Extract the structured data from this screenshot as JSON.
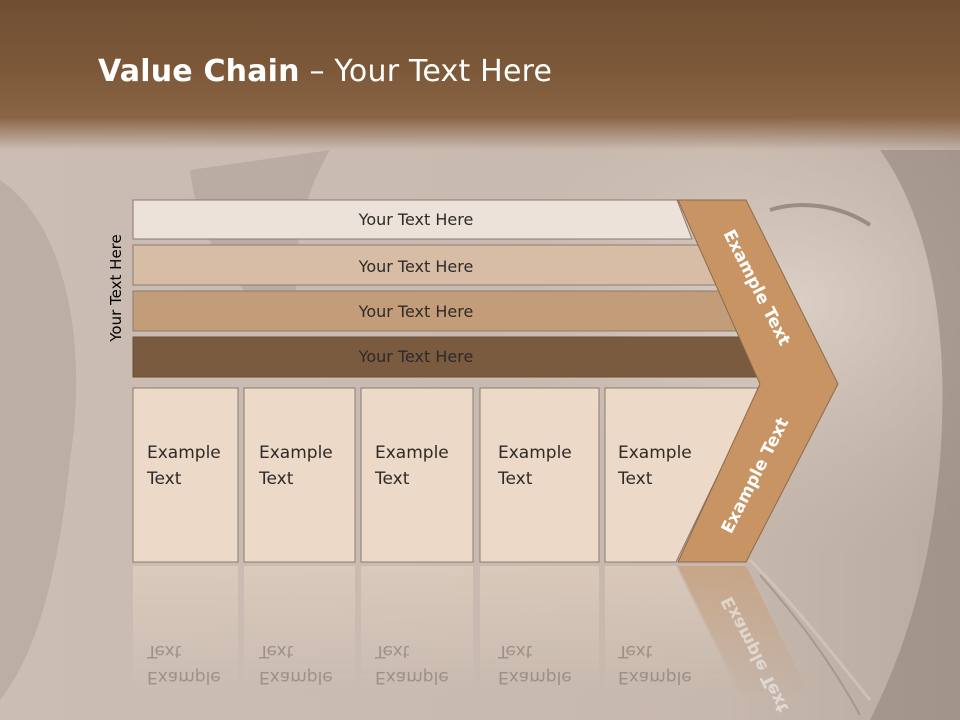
{
  "slide": {
    "title_bold": "Value Chain",
    "title_rest": " – Your Text Here",
    "side_label": "Your Text Here"
  },
  "rows": [
    {
      "label": "Your Text Here",
      "color": "#ece2d9"
    },
    {
      "label": "Your Text Here",
      "color": "#d8bda6"
    },
    {
      "label": "Your Text Here",
      "color": "#c39c7a"
    },
    {
      "label": "Your Text Here",
      "color": "#7a5b40"
    }
  ],
  "boxes": [
    {
      "line1": "Example",
      "line2": "Text"
    },
    {
      "line1": "Example",
      "line2": "Text"
    },
    {
      "line1": "Example",
      "line2": "Text"
    },
    {
      "line1": "Example",
      "line2": "Text"
    },
    {
      "line1": "Example",
      "line2": "Text"
    }
  ],
  "arrow": {
    "upper_label": "Example Text",
    "lower_label": "Example Text",
    "color": "#c89463"
  },
  "colors": {
    "header": "#7a5838",
    "box_fill": "#ecd9c8",
    "box_border": "#8b7a6e"
  }
}
